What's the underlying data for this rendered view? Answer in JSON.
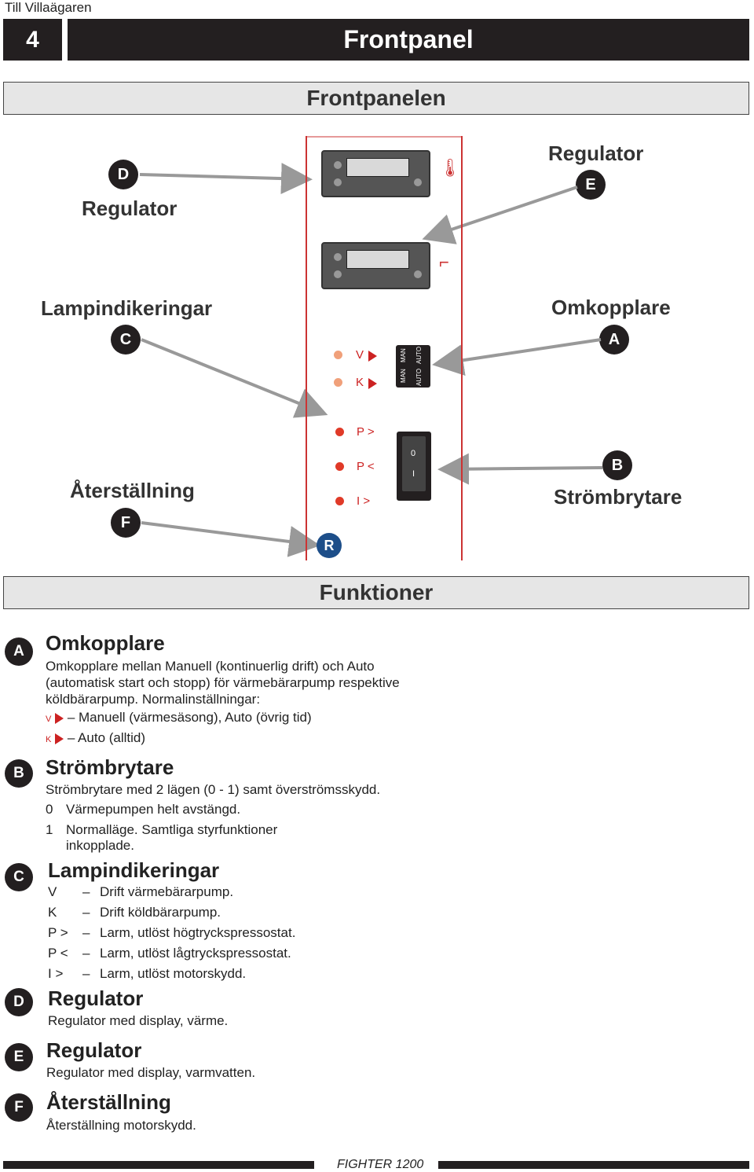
{
  "header": {
    "top_label": "Till Villaägaren",
    "chapter_number": "4",
    "chapter_title": "Frontpanel"
  },
  "section1": {
    "title": "Frontpanelen"
  },
  "callouts": {
    "D": {
      "letter": "D",
      "label": "Regulator"
    },
    "E": {
      "letter": "E",
      "label": "Regulator"
    },
    "C": {
      "letter": "C",
      "label": "Lampindikeringar"
    },
    "A": {
      "letter": "A",
      "label": "Omkopplare"
    },
    "B": {
      "letter": "B",
      "label": "Strömbrytare"
    },
    "F": {
      "letter": "F",
      "label": "Återställning"
    },
    "R": {
      "letter": "R"
    }
  },
  "panel": {
    "lamps": [
      "V",
      "K",
      "P >",
      "P <",
      "I >"
    ],
    "switch_labels": {
      "man": "MAN",
      "auto": "AUTO"
    },
    "power_switch": {
      "off": "0",
      "on": "I"
    }
  },
  "section2": {
    "title": "Funktioner"
  },
  "functions": {
    "A": {
      "letter": "A",
      "title": "Omkopplare",
      "text": "Omkopplare mellan Manuell (kontinuerlig drift) och Auto (automatisk start och stopp) för värmebärarpump respektive köldbärarpump. Normalinställningar:",
      "items": [
        {
          "key": "V",
          "text": "– Manuell (värmesäsong), Auto (övrig tid)"
        },
        {
          "key": "K",
          "text": "– Auto (alltid)"
        }
      ]
    },
    "B": {
      "letter": "B",
      "title": "Strömbrytare",
      "text": "Strömbrytare med 2 lägen (0 - 1) samt överströmsskydd.",
      "items": [
        {
          "key": "0",
          "text": "Värmepumpen helt avstängd."
        },
        {
          "key": "1",
          "text": "Normalläge. Samtliga styrfunktioner inkopplade."
        }
      ]
    },
    "C": {
      "letter": "C",
      "title": "Lampindikeringar",
      "items": [
        {
          "key": "V",
          "text": "Drift värmebärarpump."
        },
        {
          "key": "K",
          "text": "Drift köldbärarpump."
        },
        {
          "key": "P >",
          "text": "Larm, utlöst högtryckspressostat."
        },
        {
          "key": "P <",
          "text": "Larm, utlöst lågtryckspressostat."
        },
        {
          "key": "I >",
          "text": "Larm, utlöst motorskydd."
        }
      ]
    },
    "D": {
      "letter": "D",
      "title": "Regulator",
      "text": "Regulator med display, värme."
    },
    "E": {
      "letter": "E",
      "title": "Regulator",
      "text": "Regulator med display, varmvatten."
    },
    "F": {
      "letter": "F",
      "title": "Återställning",
      "text": "Återställning motorskydd."
    }
  },
  "footer": {
    "text": "FIGHTER 1200"
  }
}
